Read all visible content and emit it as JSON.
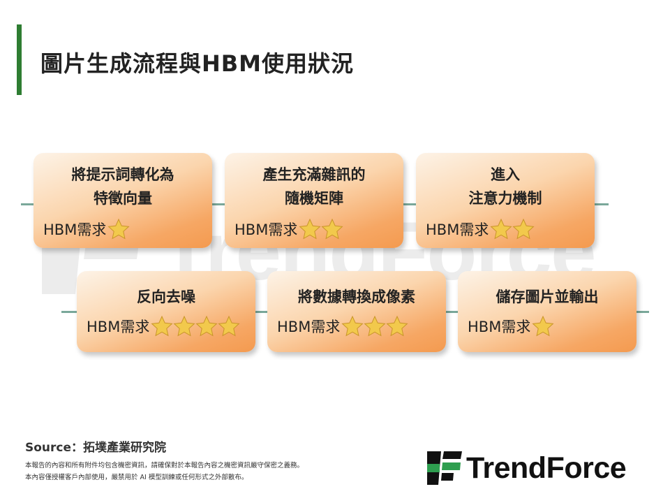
{
  "title": "圖片生成流程與HBM使用狀況",
  "watermark_text": "TrendForce",
  "steps": [
    {
      "title": "將提示詞轉化為\n特徵向量",
      "req_label": "HBM需求",
      "stars": 1
    },
    {
      "title": "產生充滿雜訊的\n隨機矩陣",
      "req_label": "HBM需求",
      "stars": 2
    },
    {
      "title": "進入\n注意力機制",
      "req_label": "HBM需求",
      "stars": 2
    },
    {
      "title": "反向去噪",
      "req_label": "HBM需求",
      "stars": 4
    },
    {
      "title": "將數據轉換成像素",
      "req_label": "HBM需求",
      "stars": 3
    },
    {
      "title": "儲存圖片並輸出",
      "req_label": "HBM需求",
      "stars": 1
    }
  ],
  "source": "Source：拓墣產業研究院",
  "disclaimer": [
    "本報告的內容和所有附件均包含機密資訊，請確保對於本報告內容之機密資訊嚴守保密之義務。",
    "本內容僅授權客戶內部使用，嚴禁用於 AI 模型訓練或任何形式之外部散布。"
  ],
  "logo_text": "TrendForce",
  "colors": {
    "accent": "#2e7d32",
    "card_light": "#fdf3e7",
    "card_dark": "#f49a4f",
    "connector": "#7aa89a",
    "star": "#f2c94c"
  }
}
